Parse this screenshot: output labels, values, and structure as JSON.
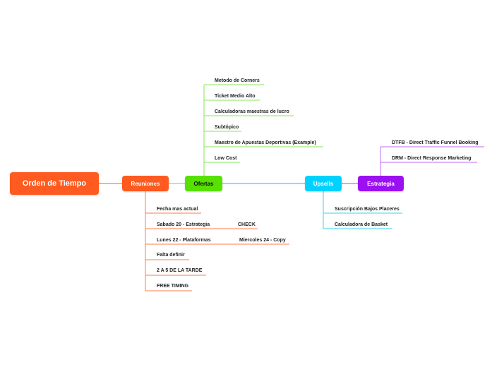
{
  "colors": {
    "root": "#ff5a1f",
    "reuniones": "#ff5a1f",
    "ofertas": "#57e100",
    "upsells": "#00d2ff",
    "estrategia": "#9b10f1",
    "reuniones_line": "#ff7a4a",
    "ofertas_line": "#86ea55",
    "upsells_line": "#33d4f2",
    "estrategia_line": "#c06af5"
  },
  "root": {
    "label": "Orden de Tiempo"
  },
  "reuniones": {
    "label": "Reuniones",
    "items": [
      "Fecha mas actual",
      "Sabado 20 - Estrategia",
      "Lunes 22 - Plataformas",
      "Falta definir",
      "2 A 5 DE LA TARDE",
      "FREE TIMING"
    ],
    "sub_items": [
      "CHECK",
      "Miercoles 24 - Copy"
    ]
  },
  "ofertas": {
    "label": "Ofertas",
    "items": [
      "Metodo de Corners",
      "Ticket Medio Alto",
      "Calculadoras maestras de lucro",
      "Subtópico",
      "Maestro de Apuestas Deportivas (Example)",
      "Low Cost"
    ]
  },
  "upsells": {
    "label": "Upsells",
    "items": [
      "Suscripción Bajos Placeres",
      "Calculadora de Basket"
    ]
  },
  "estrategia": {
    "label": "Estrategia",
    "items": [
      "DTFB - Direct Traffic Funnel Booking",
      "DRM - Direct Response Marketing"
    ]
  }
}
